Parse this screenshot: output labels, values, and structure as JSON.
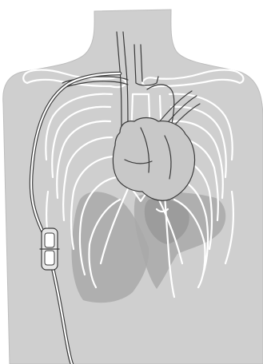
{
  "figure": {
    "palette": {
      "background": "#ffffff",
      "torso": "#cfcfcf",
      "skeleton_outline": "#ffffff",
      "organ_shadow": "#a9a9a9",
      "organ_shadow_dark": "#9a9a9a",
      "line": "#3a3a3a",
      "heart_fill": "#c8c8c8",
      "catheter_core": "#ffffff"
    },
    "elements": [
      "torso",
      "ribcage",
      "clavicles",
      "spine",
      "lungs",
      "liver",
      "heart",
      "great-vessels",
      "catheter",
      "catheter-connector"
    ]
  }
}
